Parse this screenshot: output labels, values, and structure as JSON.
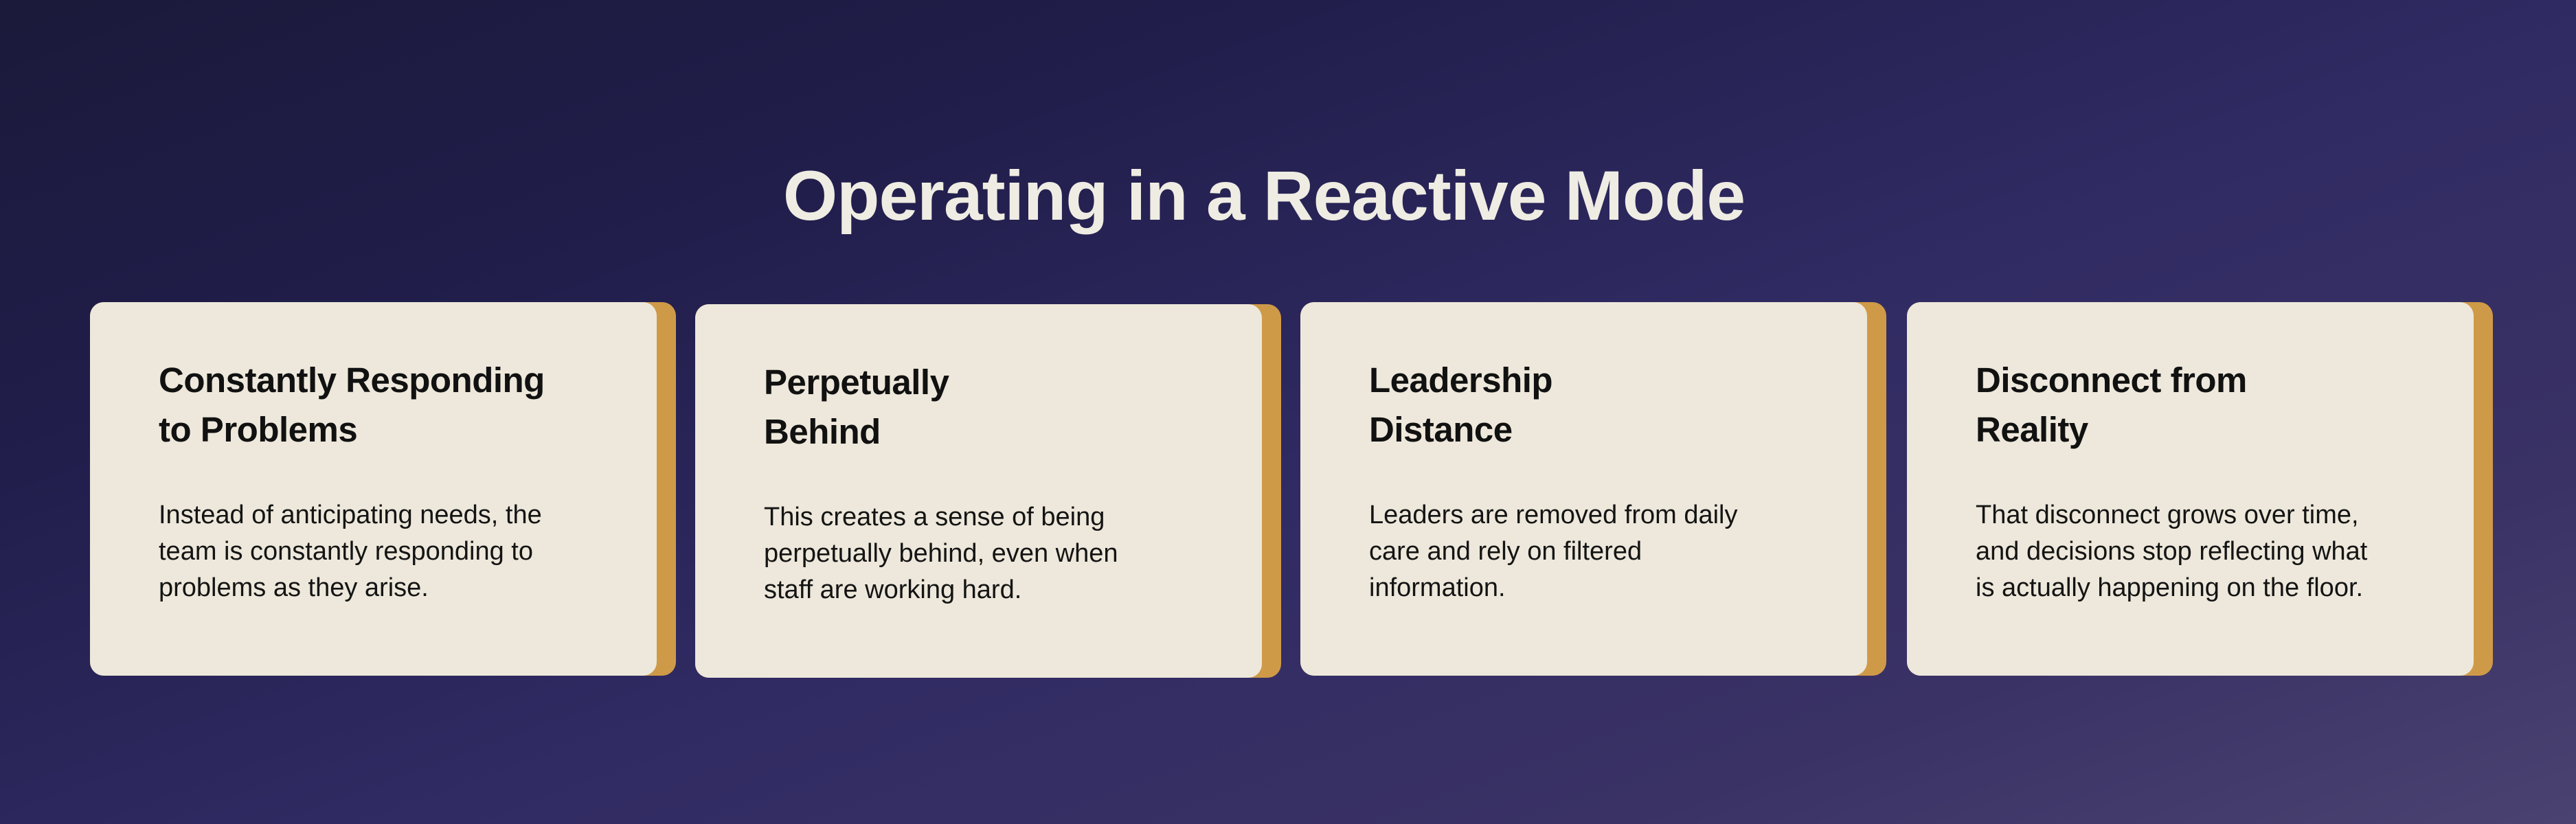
{
  "slide": {
    "title": "Operating in a Reactive Mode",
    "colors": {
      "background_start": "#1b1a3a",
      "background_end": "#4a4270",
      "title_text": "#efece3",
      "card_background": "#ede8db",
      "card_accent": "#cf9a48",
      "card_text": "#111111"
    }
  },
  "cards": [
    {
      "title_line1": "Constantly Responding",
      "title_line2": "to Problems",
      "body_line1": "Instead of anticipating needs, the",
      "body_line2": "team is constantly responding to",
      "body_line3": "problems as they arise."
    },
    {
      "title_line1": "Perpetually",
      "title_line2": "Behind",
      "body_line1": "This creates a sense of being",
      "body_line2": "perpetually behind, even when",
      "body_line3": "staff are working hard."
    },
    {
      "title_line1": "Leadership",
      "title_line2": "Distance",
      "body_line1": "Leaders are removed from daily",
      "body_line2": "care and rely on filtered",
      "body_line3": "information."
    },
    {
      "title_line1": "Disconnect from",
      "title_line2": "Reality",
      "body_line1": "That disconnect grows over time,",
      "body_line2": "and decisions stop reflecting what",
      "body_line3": "is actually happening on the floor."
    }
  ]
}
